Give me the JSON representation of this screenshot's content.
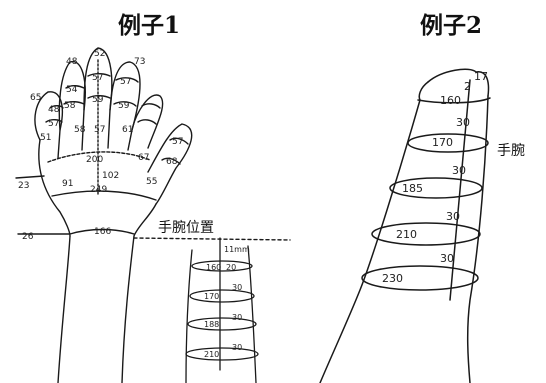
{
  "titles": {
    "example1": "例子1",
    "example2": "例子2"
  },
  "labels": {
    "wrist_position": "手腕位置",
    "wrist": "手腕"
  },
  "hand_measurements": {
    "finger_tips": [
      "48",
      "52",
      "73",
      "65"
    ],
    "finger_rings": [
      "48",
      "54",
      "57",
      "59",
      "57",
      "59",
      "58",
      "57",
      "51",
      "58",
      "57",
      "61"
    ],
    "thumb": [
      "57",
      "68",
      "67"
    ],
    "palm": [
      "200",
      "102",
      "249",
      "91",
      "55"
    ],
    "left_marks": [
      "23",
      "26"
    ],
    "wrist": "166"
  },
  "forearm_inset": {
    "top_note": "11mm",
    "circumferences": [
      "160",
      "170",
      "188",
      "210"
    ],
    "spacing": [
      "20",
      "30",
      "30",
      "30"
    ]
  },
  "example2_measurements": {
    "top_marks": [
      "17",
      "2"
    ],
    "circumferences": [
      "160",
      "170",
      "185",
      "210",
      "230"
    ],
    "spacing": [
      "30",
      "30",
      "30",
      "30"
    ]
  },
  "colors": {
    "ink": "#1a1a1a",
    "background": "#ffffff"
  }
}
